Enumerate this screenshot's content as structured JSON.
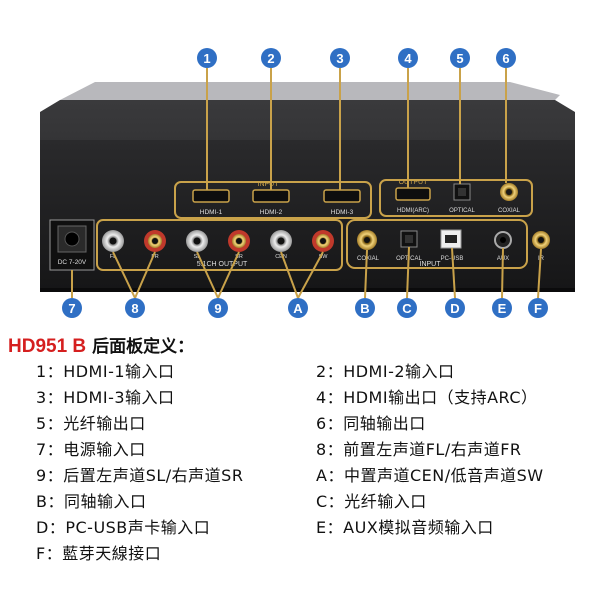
{
  "device": {
    "input_group_label": "INPUT",
    "output_group_label": "OUTPUT",
    "hdmi_inputs": [
      "HDMI-1",
      "HDMI-2",
      "HDMI-3"
    ],
    "hdmi_output": "HDMI(ARC)",
    "optical_out": "OPTICAL",
    "coaxial_out": "COXIAL",
    "dc_label": "DC 7-20V",
    "analog_output_label": "5.1CH OUTPUT",
    "rca_labels": [
      "FL",
      "FR",
      "SL",
      "SR",
      "CEN",
      "SW"
    ],
    "input2_group_label": "INPUT",
    "coxial_in": "COXIAL",
    "optical_in": "OPTICAL",
    "pcusb_in": "PC-USB",
    "aux_in": "AUX",
    "ir_label": "IR"
  },
  "callouts": {
    "top": [
      "1",
      "2",
      "3",
      "4",
      "5",
      "6"
    ],
    "bottom": [
      "7",
      "8",
      "9",
      "A",
      "B",
      "C",
      "D",
      "E",
      "F"
    ]
  },
  "legend": {
    "model": "HD951 B",
    "title": "后面板定义：",
    "items": [
      {
        "key": "1",
        "text": "HDMI-1输入口"
      },
      {
        "key": "2",
        "text": "HDMI-2输入口"
      },
      {
        "key": "3",
        "text": "HDMI-3输入口"
      },
      {
        "key": "4",
        "text": "HDMI输出口（支持ARC）"
      },
      {
        "key": "5",
        "text": "光纤输出口"
      },
      {
        "key": "6",
        "text": "同轴输出口"
      },
      {
        "key": "7",
        "text": "电源输入口"
      },
      {
        "key": "8",
        "text": "前置左声道FL/右声道FR"
      },
      {
        "key": "9",
        "text": "后置左声道SL/右声道SR"
      },
      {
        "key": "A",
        "text": "中置声道CEN/低音声道SW"
      },
      {
        "key": "B",
        "text": "同轴输入口"
      },
      {
        "key": "C",
        "text": "光纤输入口"
      },
      {
        "key": "D",
        "text": "PC-USB声卡输入口"
      },
      {
        "key": "E",
        "text": "AUX模拟音频输入口"
      },
      {
        "key": "F",
        "text": "藍芽天線接口"
      }
    ]
  },
  "colors": {
    "callout": "#2f6fc4",
    "gold": "#c9a24a",
    "model_red": "#d51f1f",
    "chassis": "#1d1d1f"
  }
}
